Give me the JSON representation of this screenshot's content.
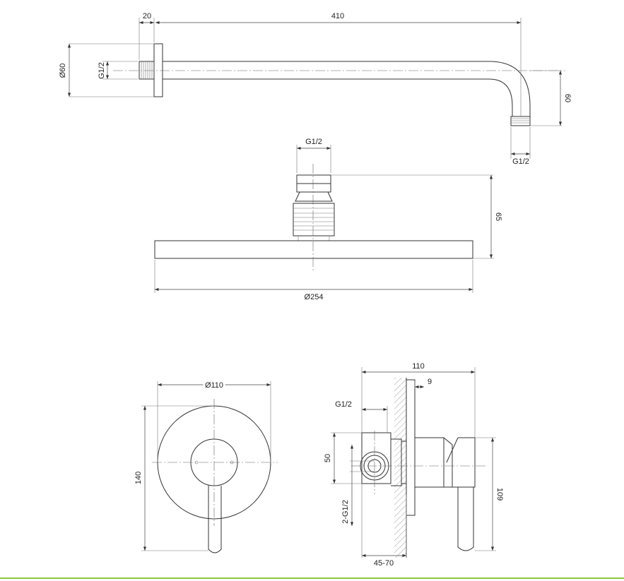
{
  "arm": {
    "dim_flange": "20",
    "dim_length": "410",
    "dim_flange_dia": "Ø60",
    "dim_thread_in": "G1/2",
    "dim_drop": "60",
    "dim_thread_out": "G1/2"
  },
  "head": {
    "dim_thread": "G1/2",
    "dim_height": "65",
    "dim_dia": "Ø254"
  },
  "front": {
    "dim_dia": "Ø110",
    "dim_height": "140"
  },
  "side": {
    "dim_depth": "110",
    "dim_plate": "9",
    "dim_thread": "G1/2",
    "dim_spacing": "50",
    "dim_ports": "2-G1/2",
    "dim_height": "109",
    "dim_wall": "45-70"
  },
  "colors": {
    "footer_line": "#8dc63f"
  }
}
